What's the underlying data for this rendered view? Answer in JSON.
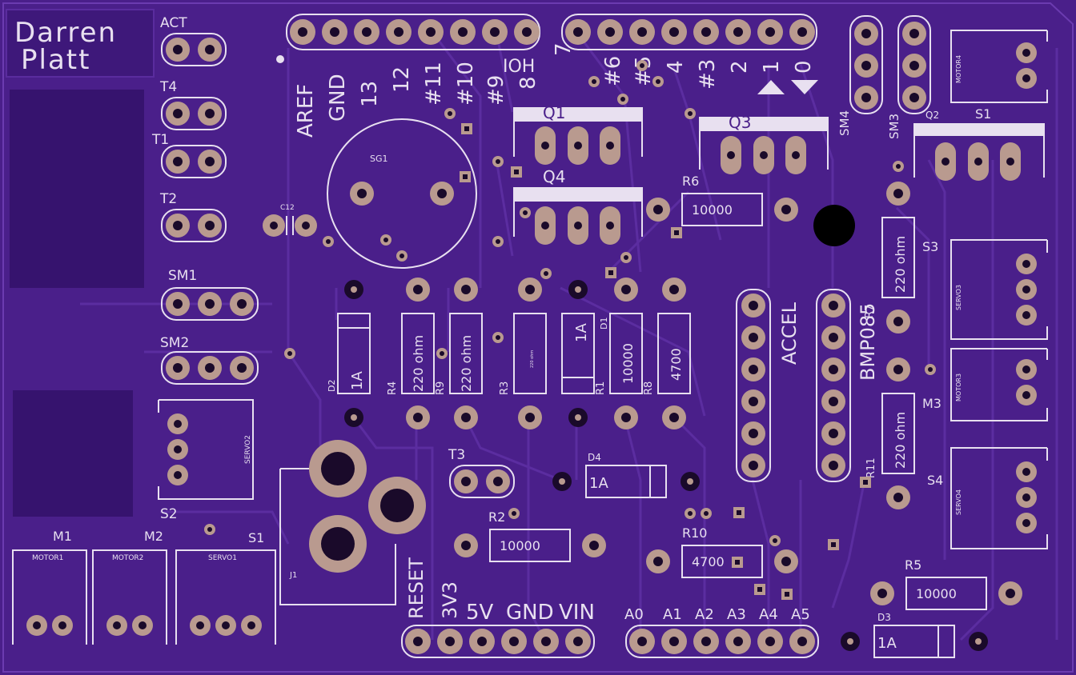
{
  "colors": {
    "board": "#4a1f8a",
    "board_dark": "#3b1677",
    "trace": "#5a2c9e",
    "silk": "#e8e0f0",
    "pad": "#b99a8f",
    "hole": "#1a0a2a"
  },
  "author": {
    "line1": "Darren",
    "line2": "Platt"
  },
  "header_labels": {
    "top_left": [
      "AREF",
      "GND",
      "13",
      "12",
      "#11",
      "#10",
      "#9",
      "8"
    ],
    "ioh": "IOH",
    "seven": "7",
    "top_right": [
      "#6",
      "#5",
      "4",
      "#3",
      "2",
      "1",
      "0"
    ],
    "power": [
      "RESET",
      "3V3",
      "5V",
      "GND",
      "VIN"
    ],
    "analog": [
      "A0",
      "A1",
      "A2",
      "A3",
      "A4",
      "A5"
    ]
  },
  "left_labels": {
    "act": "ACT",
    "t4": "T4",
    "t1": "T1",
    "t2": "T2",
    "sm1": "SM1",
    "sm2": "SM2",
    "s2": "S2",
    "m1": "M1",
    "m2": "M2",
    "s1": "S1",
    "c12": "C12",
    "sg1": "SG1",
    "j1": "J1",
    "t3": "T3"
  },
  "connectors": {
    "motor1": "MOTOR1",
    "motor2": "MOTOR2",
    "servo1": "SERVO1",
    "servo2": "SERVO2",
    "servo3": "SERVO3",
    "servo4": "SERVO4",
    "motor3": "MOTOR3",
    "motor4": "MOTOR4"
  },
  "right_labels": {
    "sm4": "SM4",
    "sm3": "SM3",
    "q2": "Q2",
    "s1": "S1",
    "s3": "S3",
    "m3": "M3",
    "s4": "S4",
    "r11": "R11",
    "r5": "R5",
    "d3": "D3",
    "r7": "R7"
  },
  "transistors": {
    "q4": "Q4",
    "q3": "Q3",
    "q1": "Q1"
  },
  "resistors": {
    "r4": {
      "ref": "R4",
      "value": "220 ohm"
    },
    "r9": {
      "ref": "R9",
      "value": "220 ohm"
    },
    "r3": {
      "ref": "R3",
      "value": "220 ohm"
    },
    "r1": {
      "ref": "R1",
      "value": "10000"
    },
    "r8": {
      "ref": "R8",
      "value": "4700"
    },
    "r6": {
      "ref": "R6",
      "value": "10000"
    },
    "r2": {
      "ref": "R2",
      "value": "10000"
    },
    "r10": {
      "ref": "R10",
      "value": "4700"
    },
    "r5": {
      "ref": "R5",
      "value": "10000"
    },
    "r7v": {
      "value": "220 ohm"
    },
    "r11v": {
      "value": "220 ohm"
    }
  },
  "diodes": {
    "d2": {
      "ref": "D2",
      "value": "1A"
    },
    "d1": {
      "ref": "D1",
      "value": "1A"
    },
    "d4": {
      "ref": "D4",
      "value": "1A"
    },
    "d3": {
      "ref": "D3",
      "value": "1A"
    }
  },
  "modules": {
    "accel": "ACCEL",
    "bmp": "BMP085"
  }
}
